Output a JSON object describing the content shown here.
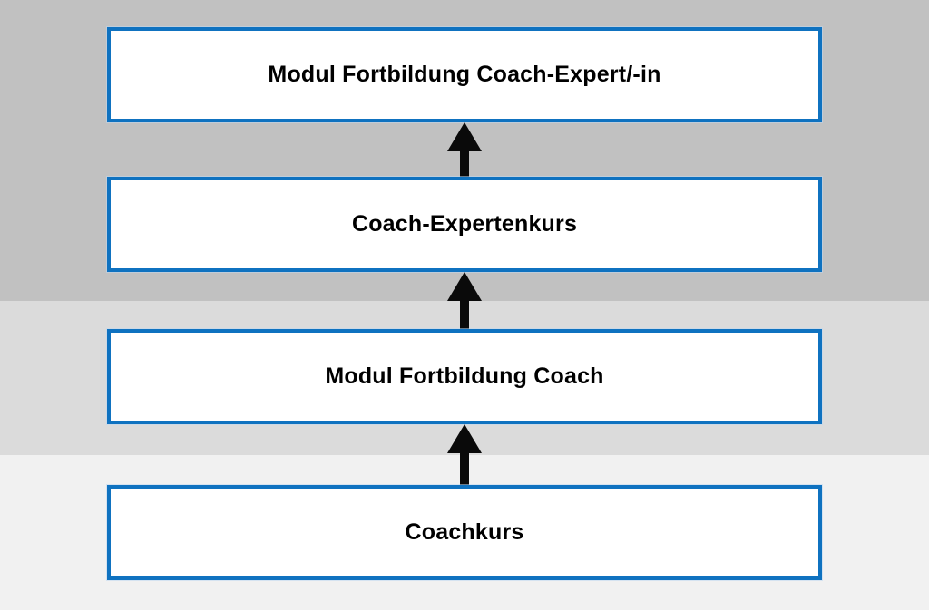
{
  "diagram": {
    "type": "flowchart",
    "flow_direction": "bottom-to-top",
    "levels": [
      {
        "label": "Modul Fortbildung Coach-Expert/-in"
      },
      {
        "label": "Coach-Expertenkurs"
      },
      {
        "label": "Modul Fortbildung Coach"
      },
      {
        "label": "Coachkurs"
      }
    ],
    "connections": [
      {
        "from": "Coachkurs",
        "to": "Modul Fortbildung Coach",
        "style": "arrow-up"
      },
      {
        "from": "Modul Fortbildung Coach",
        "to": "Coach-Expertenkurs",
        "style": "arrow-up"
      },
      {
        "from": "Coach-Expertenkurs",
        "to": "Modul Fortbildung Coach-Expert/-in",
        "style": "arrow-up"
      }
    ],
    "colors": {
      "box_border": "#0f72c0",
      "box_fill": "#ffffff",
      "text": "#000000",
      "arrow": "#0a0a0a",
      "band_top": "#c1c1c1",
      "band_middle": "#dbdbdb",
      "band_bottom": "#f1f1f1"
    }
  }
}
